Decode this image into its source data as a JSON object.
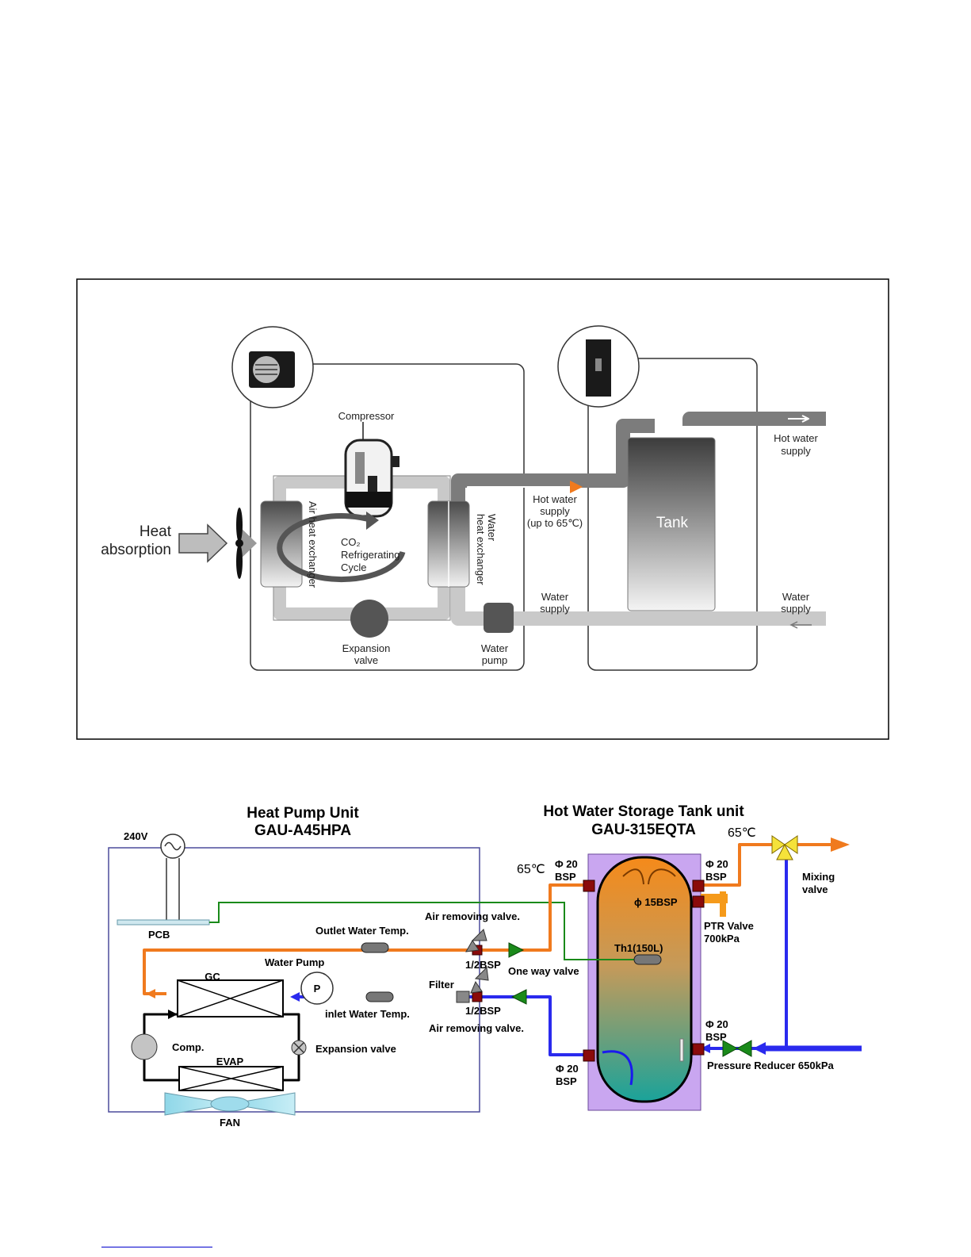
{
  "top": {
    "heat_absorption": [
      "Heat",
      "absorption"
    ],
    "compressor": "Compressor",
    "air_hx": "Air heat exchanger",
    "co2_cycle": [
      "CO₂",
      "Refrigerating",
      "Cycle"
    ],
    "water_hx": [
      "Water",
      "heat exchanger"
    ],
    "hot_water_supply_mid": [
      "Hot water",
      "supply",
      "(up to 65℃)"
    ],
    "tank": "Tank",
    "hot_water_supply_right": [
      "Hot water",
      "supply"
    ],
    "water_supply_mid": [
      "Water",
      "supply"
    ],
    "water_supply_right": [
      "Water",
      "supply"
    ],
    "expansion_valve": [
      "Expansion",
      "valve"
    ],
    "water_pump": [
      "Water",
      "pump"
    ]
  },
  "bottom": {
    "heat_pump_title": [
      "Heat Pump Unit",
      "GAU-A45HPA"
    ],
    "tank_title": [
      "Hot Water Storage Tank unit",
      "GAU-315EQTA"
    ],
    "voltage": "240V",
    "pcb": "PCB",
    "outlet_temp": "Outlet Water Temp.",
    "air_removing_top": "Air removing valve.",
    "bsp_half_top": "1/2BSP",
    "one_way_valve": "One way valve",
    "water_pump": "Water Pump",
    "pump_symbol": "P",
    "gc": "GC",
    "filter": "Filter",
    "bsp_half_bottom": "1/2BSP",
    "inlet_temp": "inlet Water Temp.",
    "air_removing_bottom": "Air removing valve.",
    "comp": "Comp.",
    "expansion_valve": "Expansion valve",
    "evap": "EVAP",
    "fan": "FAN",
    "temp_left": "65℃",
    "bsp20_left_top": [
      "Φ 20",
      "BSP"
    ],
    "bsp20_right_top": [
      "Φ 20",
      "BSP"
    ],
    "bsp15": "ϕ 15BSP",
    "temp_right": "65℃",
    "mixing_valve": [
      "Mixing",
      "valve"
    ],
    "ptr_valve": [
      "PTR Valve",
      "700kPa"
    ],
    "th1": "Th1(150L)",
    "bsp20_right_bottom": [
      "Φ 20",
      "BSP"
    ],
    "pressure_reducer": "Pressure Reducer  650kPa",
    "bsp20_left_bottom": [
      "Φ 20",
      "BSP"
    ]
  },
  "colors": {
    "hot": "#f07a1e",
    "cold": "#2a2aee",
    "tank": "#c9a6f0",
    "signal": "#1a8a1a"
  }
}
